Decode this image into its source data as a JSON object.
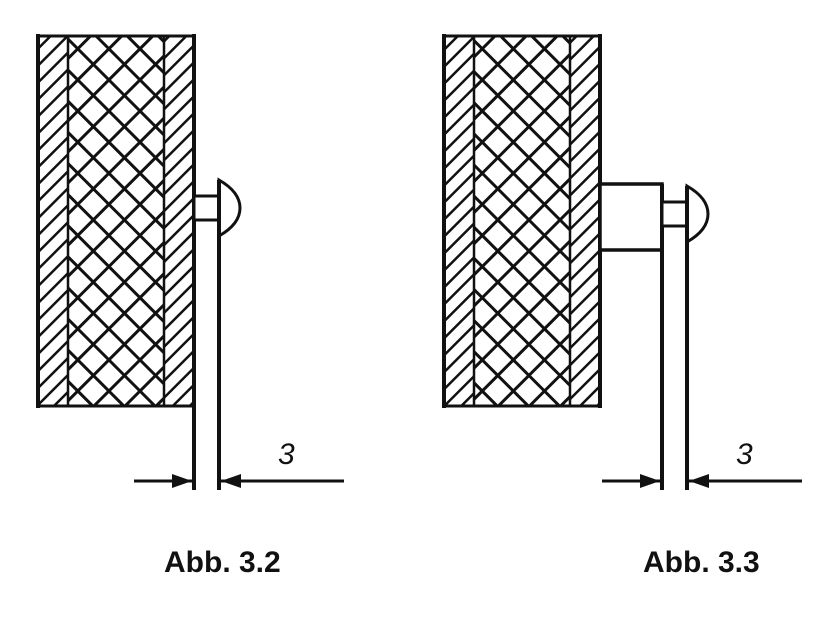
{
  "figures": [
    {
      "caption": "Abb. 3.2",
      "dimension_label": "3",
      "has_spacer": false
    },
    {
      "caption": "Abb. 3.3",
      "dimension_label": "3",
      "has_spacer": true
    }
  ],
  "colors": {
    "ink": "#111111",
    "paper": "#ffffff"
  }
}
